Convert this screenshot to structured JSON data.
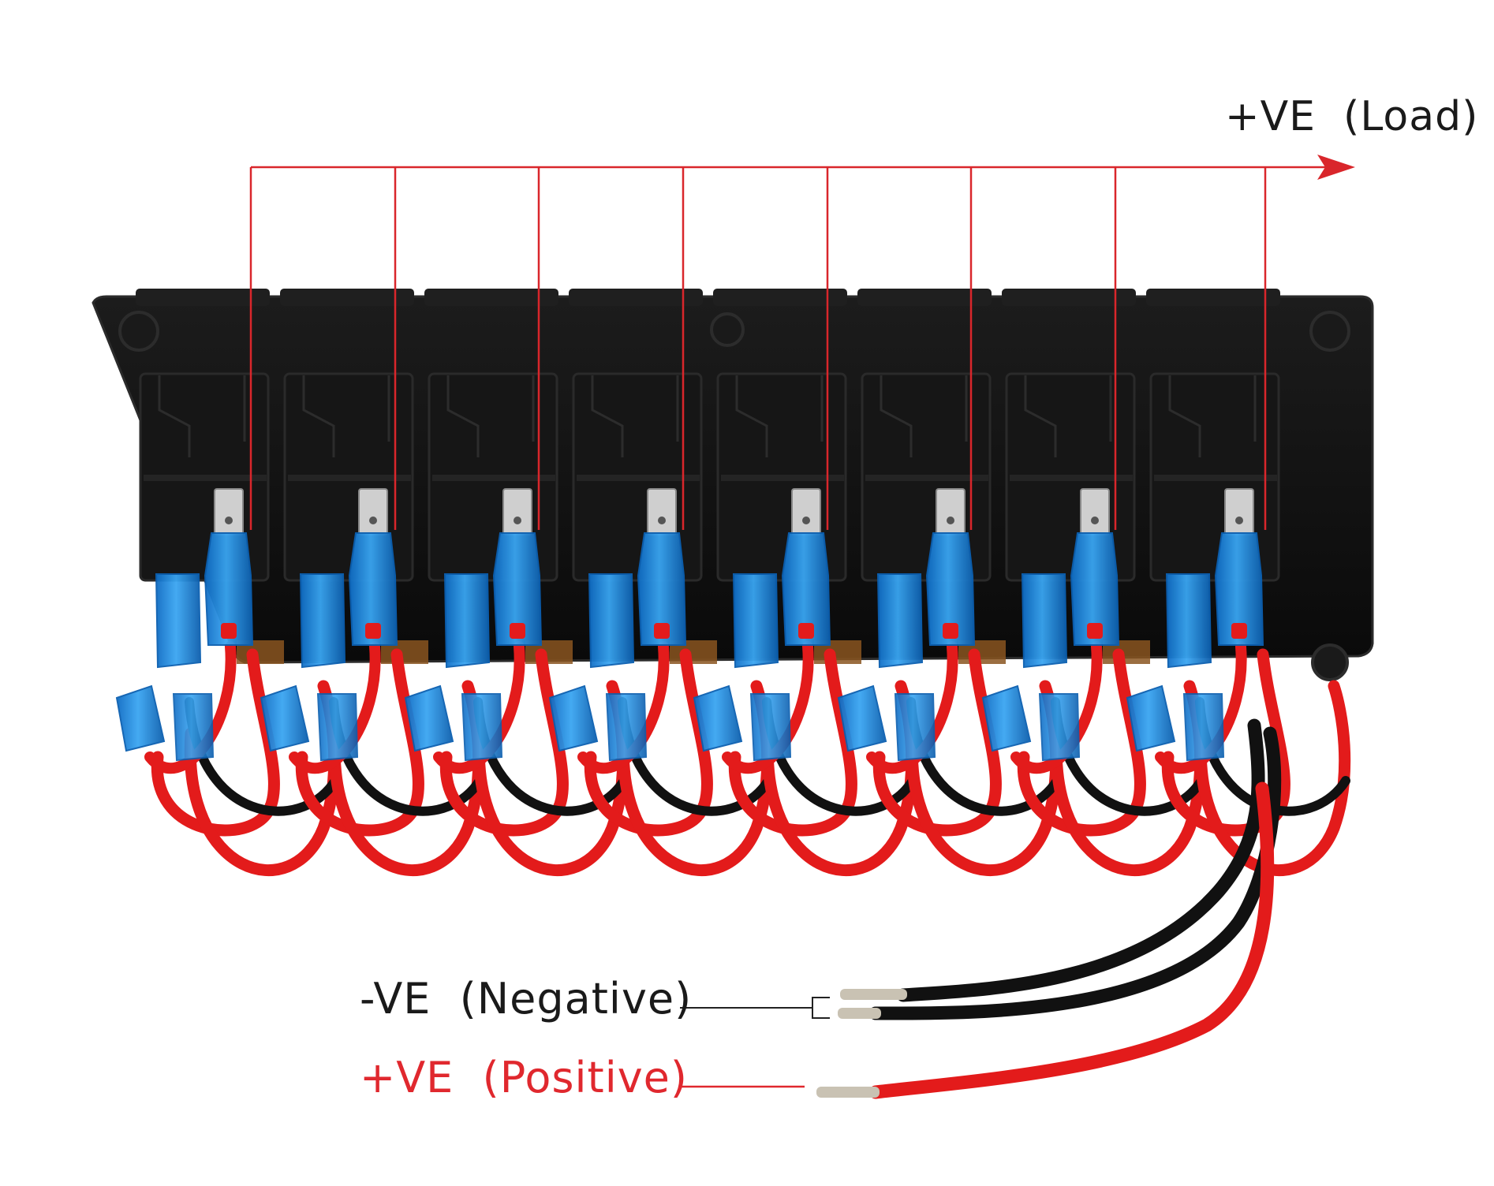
{
  "labels": {
    "load": "+VE  (Load)",
    "negative": "-VE  (Negative)",
    "positive": "+VE  (Positive)"
  },
  "switch_count": 8,
  "colors": {
    "panel": "#111111",
    "panel_edge": "#2a2a2a",
    "switch_body": "#161616",
    "connector": "#1e8fe8",
    "connector_dark": "#0b5fb0",
    "wire_red": "#e31b1b",
    "wire_black": "#111111",
    "guide_line": "#d9262b",
    "negative_text": "#1a1a1a",
    "positive_text": "#e0282e"
  }
}
